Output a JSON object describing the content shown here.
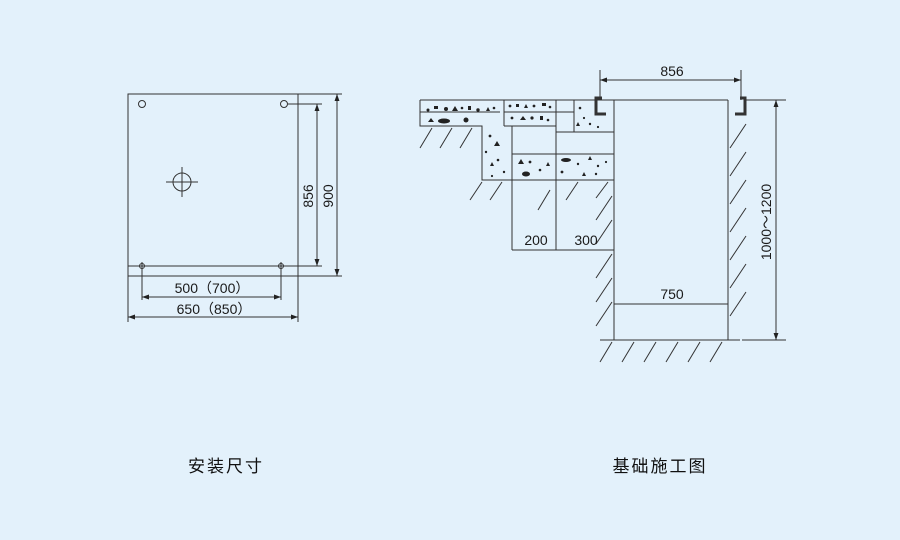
{
  "install": {
    "caption": "安装尺寸",
    "dim_inner_width": "500（700）",
    "dim_outer_width": "650（850）",
    "dim_inner_height": "856",
    "dim_outer_height": "900"
  },
  "foundation": {
    "caption": "基础施工图",
    "dim_top": "856",
    "dim_ledge_1": "200",
    "dim_ledge_2": "300",
    "dim_pit_width": "750",
    "dim_depth": "1000～1200"
  },
  "colors": {
    "background": "#e3f1fb",
    "line": "#333333"
  }
}
